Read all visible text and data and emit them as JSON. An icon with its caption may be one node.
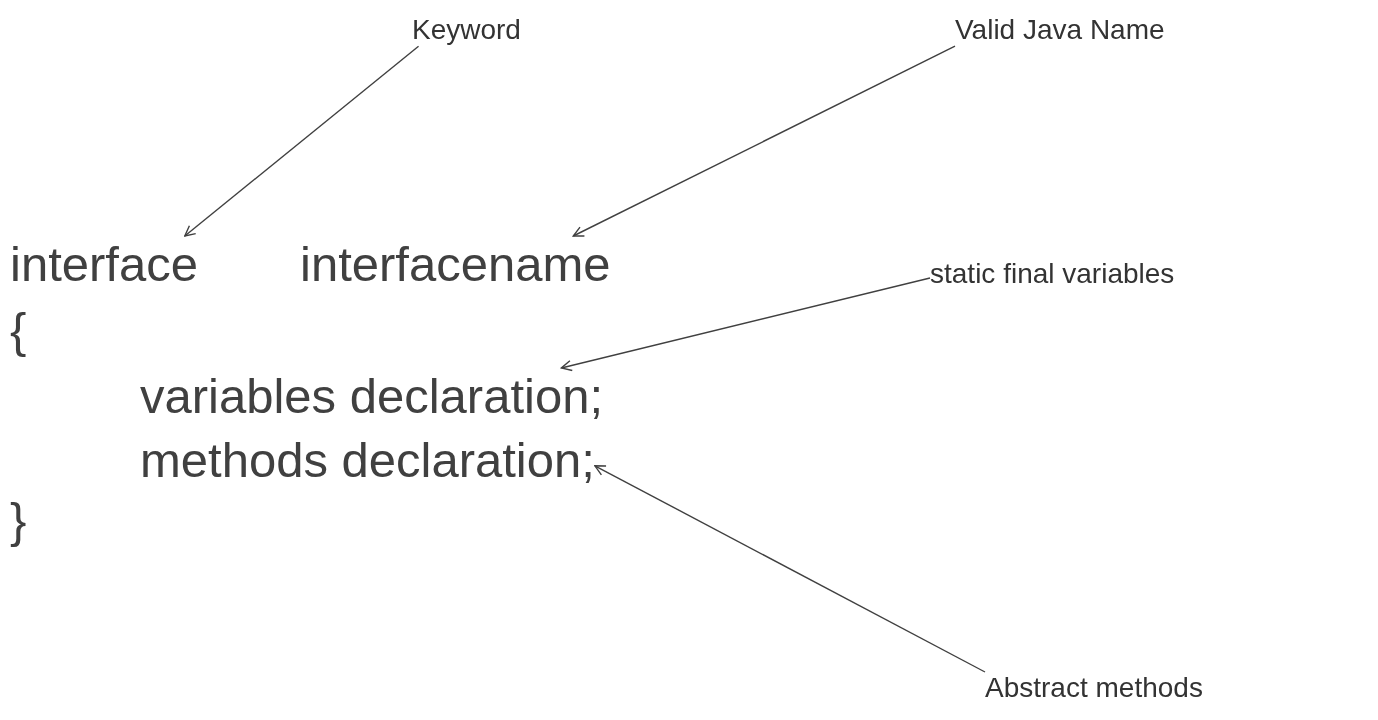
{
  "diagram": {
    "nodes": [
      {
        "text": [
          "Keyword"
        ]
      },
      {
        "text": [
          "Valid Java Name"
        ]
      },
      {
        "text": [
          "static final variables"
        ]
      },
      {
        "text": [
          "Abstract methods"
        ]
      },
      {
        "text": [
          "interface"
        ]
      },
      {
        "text": [
          "interfacename"
        ]
      },
      {
        "text": [
          "variables declaration;"
        ]
      },
      {
        "text": [
          "methods declaration;"
        ]
      }
    ],
    "edges": [
      {
        "from": 0,
        "to": 4,
        "arrow": "to"
      },
      {
        "from": 1,
        "to": 5,
        "arrow": "to"
      },
      {
        "from": 2,
        "to": 6,
        "arrow": "to"
      },
      {
        "from": 3,
        "to": 7,
        "arrow": "to"
      }
    ],
    "labels": [
      "{",
      "}"
    ]
  }
}
